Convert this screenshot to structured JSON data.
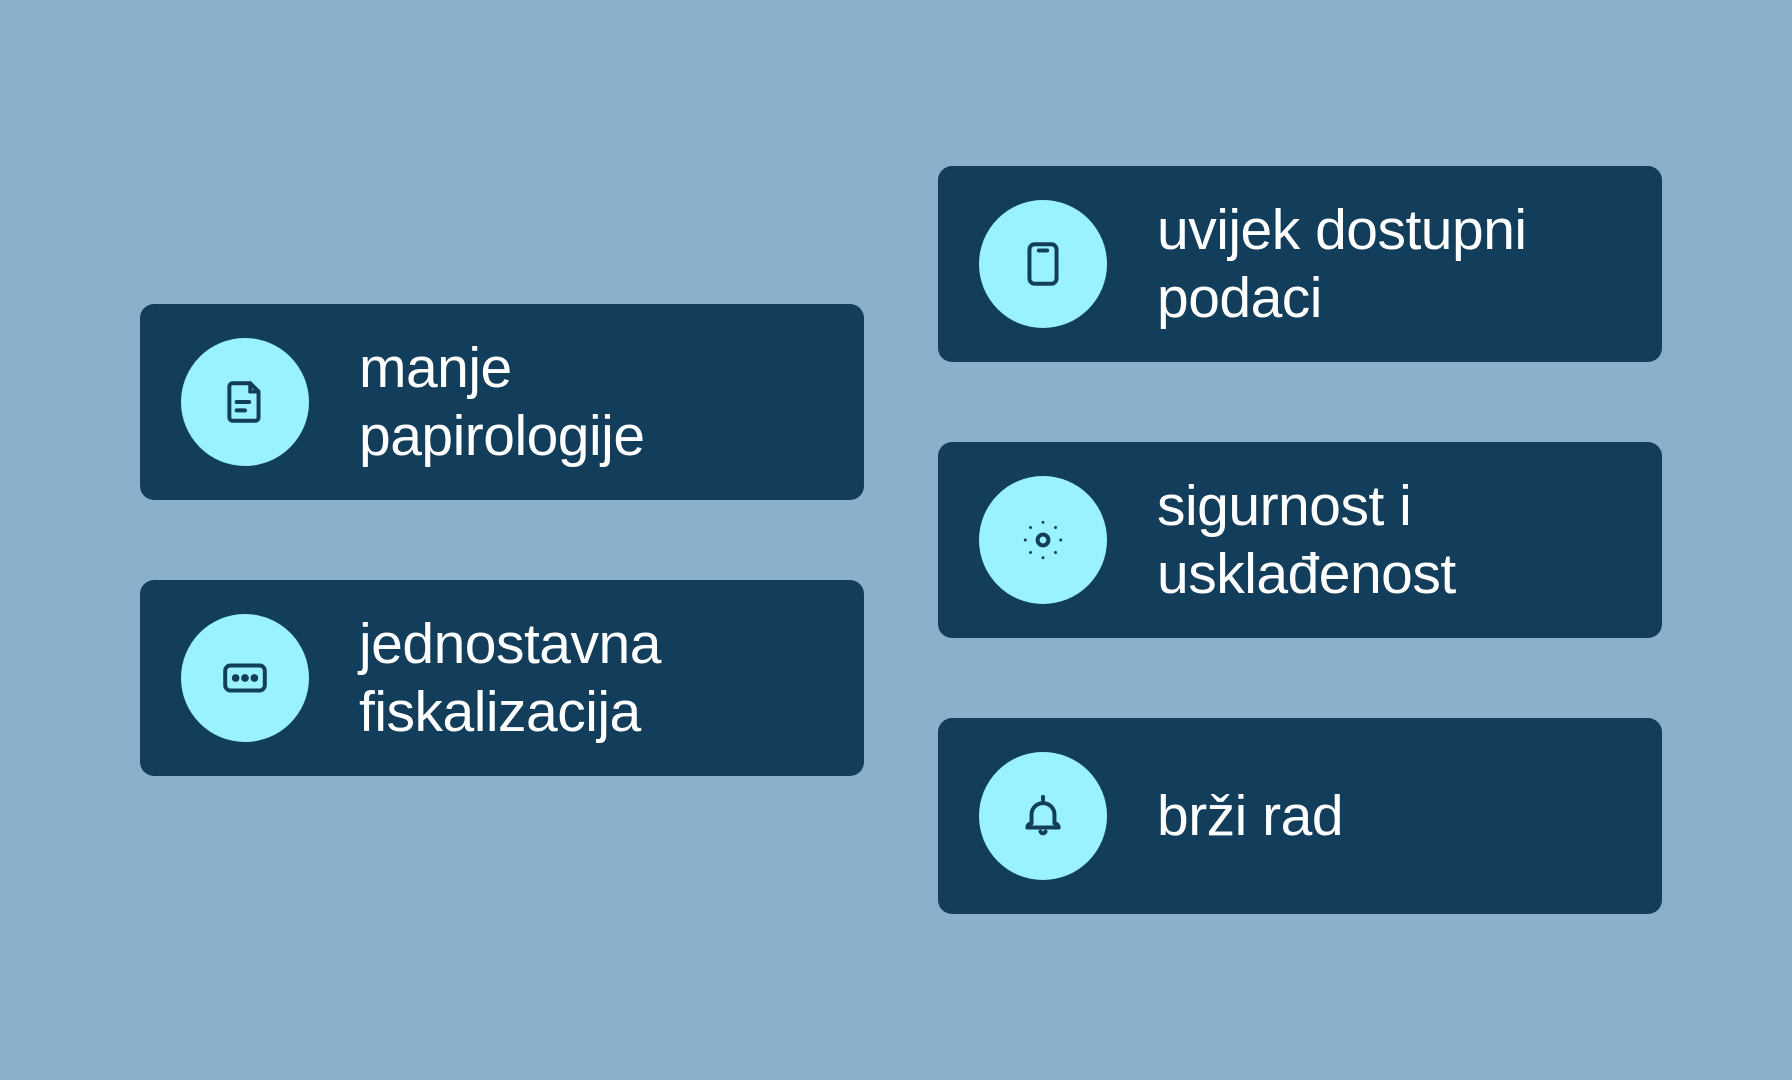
{
  "colors": {
    "background": "#8ab0cb",
    "card": "#123e5b",
    "icon_circle": "#9af2fe",
    "icon_stroke": "#123e5b",
    "text": "#ffffff"
  },
  "features": [
    {
      "icon": "document-icon",
      "line1": "manje",
      "line2": "papirologije"
    },
    {
      "icon": "cash-register-icon",
      "line1": "jednostavna",
      "line2": "fiskalizacija"
    },
    {
      "icon": "mobile-device-icon",
      "line1": "uvijek dostupni",
      "line2": "podaci"
    },
    {
      "icon": "security-sparkle-icon",
      "line1": "sigurnost i",
      "line2": "usklađenost"
    },
    {
      "icon": "bell-icon",
      "line1": "brži rad",
      "line2": ""
    }
  ]
}
